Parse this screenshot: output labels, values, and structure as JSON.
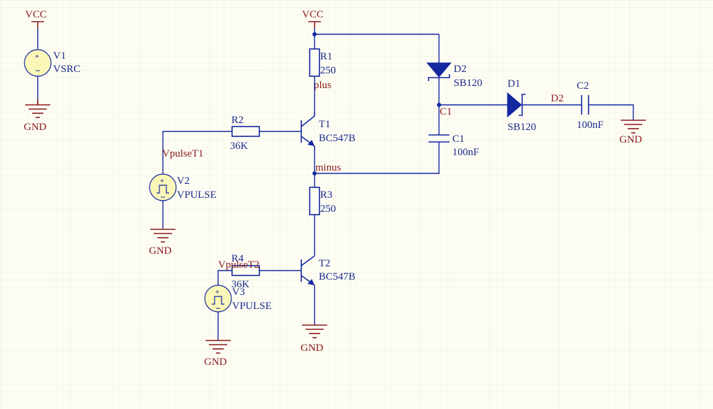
{
  "power": {
    "vcc": "VCC",
    "gnd": "GND"
  },
  "components": {
    "v1": {
      "ref": "V1",
      "value": "VSRC"
    },
    "v2": {
      "ref": "V2",
      "value": "VPULSE"
    },
    "v3": {
      "ref": "V3",
      "value": "VPULSE"
    },
    "r1": {
      "ref": "R1",
      "value": "250"
    },
    "r2": {
      "ref": "R2",
      "value": "36K"
    },
    "r3": {
      "ref": "R3",
      "value": "250"
    },
    "r4": {
      "ref": "R4",
      "value": "36K"
    },
    "t1": {
      "ref": "T1",
      "value": "BC547B"
    },
    "t2": {
      "ref": "T2",
      "value": "BC547B"
    },
    "d1": {
      "ref": "D1",
      "value": "SB120"
    },
    "d2": {
      "ref": "D2",
      "value": "SB120"
    },
    "c1": {
      "ref": "C1",
      "value": "100nF"
    },
    "c2": {
      "ref": "C2",
      "value": "100nF"
    }
  },
  "nets": {
    "plus": "plus",
    "minus": "minus",
    "c1": "C1",
    "d2": "D2",
    "vpulse_t1": "VpulseT1",
    "vpulse_t2": "VpulseT2"
  },
  "colors": {
    "wire": "#1428a0",
    "power": "#8b1a1a",
    "source_fill": "#fbf7b8",
    "background": "#fdfdf4"
  }
}
